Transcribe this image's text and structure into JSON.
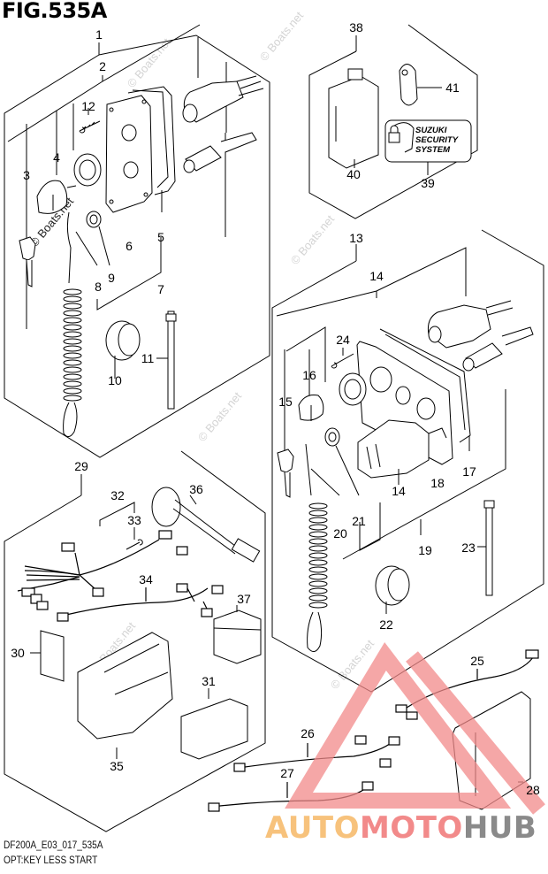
{
  "figure": {
    "title": "FIG.535A",
    "code": "DF200A_E03_017_535A",
    "description": "OPT:KEY LESS START"
  },
  "callouts": {
    "c1": "1",
    "c2": "2",
    "c3": "3",
    "c4": "4",
    "c5": "5",
    "c6": "6",
    "c7": "7",
    "c8": "8",
    "c9": "9",
    "c10": "10",
    "c11": "11",
    "c12": "12",
    "c13": "13",
    "c14a": "14",
    "c14b": "14",
    "c15": "15",
    "c16": "16",
    "c17": "17",
    "c18": "18",
    "c19": "19",
    "c20": "20",
    "c21": "21",
    "c22": "22",
    "c23": "23",
    "c24": "24",
    "c25": "25",
    "c26": "26",
    "c27": "27",
    "c28": "28",
    "c29": "29",
    "c30": "30",
    "c31": "31",
    "c32": "32",
    "c33": "33",
    "c34": "34",
    "c35": "35",
    "c36": "36",
    "c37": "37",
    "c38": "38",
    "c39": "39",
    "c40": "40",
    "c41": "41"
  },
  "label_39": {
    "line1": "SUZUKI",
    "line2": "SECURITY",
    "line3": "SYSTEM"
  },
  "watermarks": {
    "copyright": "© Boats.net",
    "brand_part1": "AUTO",
    "brand_part2": "MOTO",
    "brand_part3": "HUB"
  },
  "colors": {
    "line": "#000000",
    "watermark_red": "#f28a8a",
    "watermark_orange": "#f7c27c",
    "watermark_gray": "#8a8a8a",
    "copyright_gray": "#d0d0d0"
  }
}
